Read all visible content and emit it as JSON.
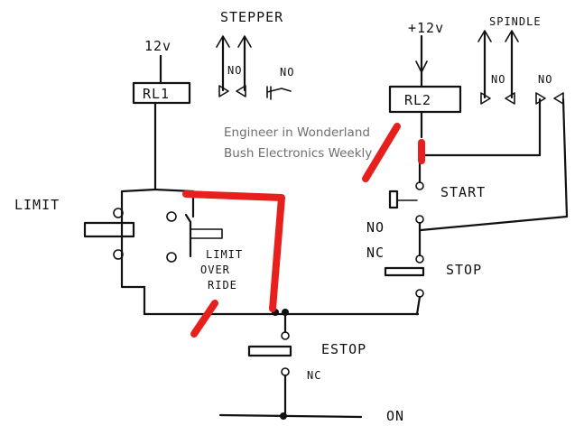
{
  "labels": {
    "stepper": "STEPPER",
    "v12_left": "12v",
    "no_stepper": "NO",
    "no_rl1_side": "NO",
    "rl1": "RL1",
    "v12_right": "+12v",
    "spindle": "SPINDLE",
    "no_spindle": "NO",
    "no_right": "NO",
    "rl2": "RL2",
    "limit": "LIMIT",
    "limit_override_1": "LIMIT",
    "limit_override_2": "OVER",
    "limit_override_3": "RIDE",
    "start": "START",
    "no_start": "NO",
    "nc_stop": "NC",
    "stop": "STOP",
    "estop": "ESTOP",
    "nc_estop": "NC",
    "on": "ON"
  },
  "watermark": {
    "line1": "Engineer in Wonderland",
    "line2": "Bush Electronics Weekly"
  },
  "colors": {
    "ink": "#111111",
    "highlight": "#e8201d",
    "watermark": "#6e6e6e"
  }
}
